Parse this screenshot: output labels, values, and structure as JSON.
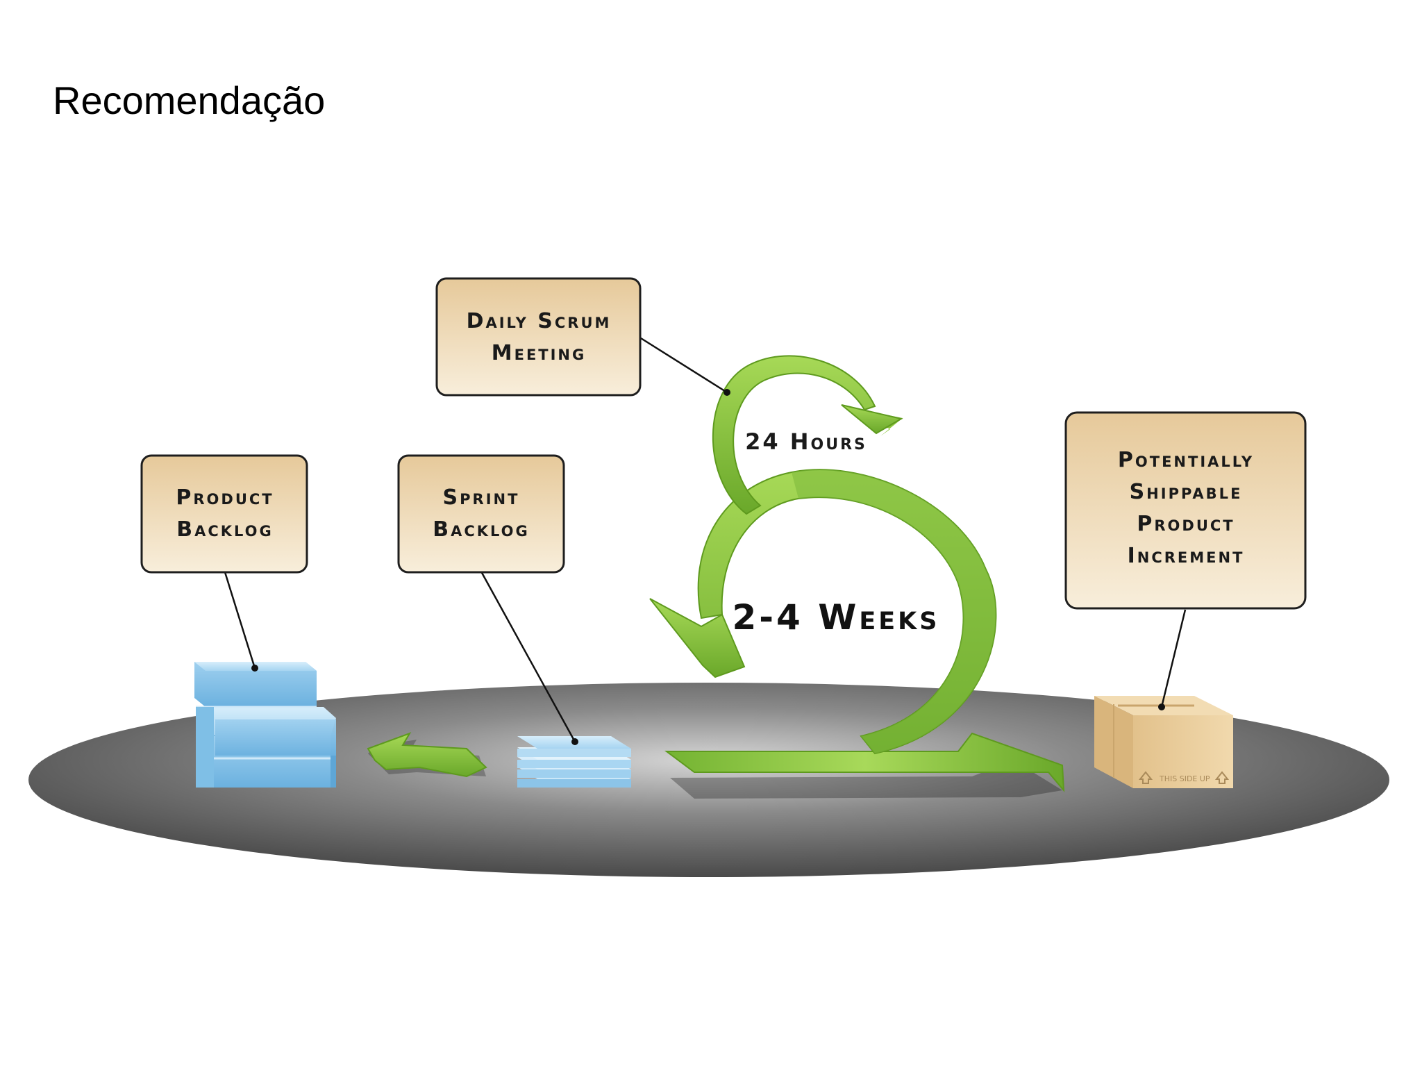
{
  "slide": {
    "title": "Recomendação"
  },
  "labels": {
    "daily_scrum_line1": "Daily Scrum",
    "daily_scrum_line2": "Meeting",
    "product_backlog_line1": "Product",
    "product_backlog_line2": "Backlog",
    "sprint_backlog_line1": "Sprint",
    "sprint_backlog_line2": "Backlog",
    "increment_line1": "Potentially",
    "increment_line2": "Shippable",
    "increment_line3": "Product",
    "increment_line4": "Increment",
    "daily_cycle": "24 Hours",
    "sprint_cycle": "2-4 Weeks",
    "box_stamp": "THIS SIDE UP"
  },
  "icons": {
    "product_backlog": "stacked-blocks-icon",
    "sprint_backlog": "layered-plates-icon",
    "increment": "cardboard-box-icon",
    "flow_arrow": "green-arrow-icon",
    "cycle_arrow": "green-loop-arrow-icon"
  },
  "colors": {
    "label_fill_top": "#e8cfa3",
    "label_fill_bottom": "#f7ecd6",
    "label_border": "#1e1e1e",
    "arrow_green": "#8dc63f",
    "arrow_green_dark": "#5e9a1e",
    "block_blue": "#9fd0ef",
    "block_blue_dark": "#5ea6d6",
    "platform_gray": "#5a5a5a",
    "box_tan": "#e7c896"
  }
}
